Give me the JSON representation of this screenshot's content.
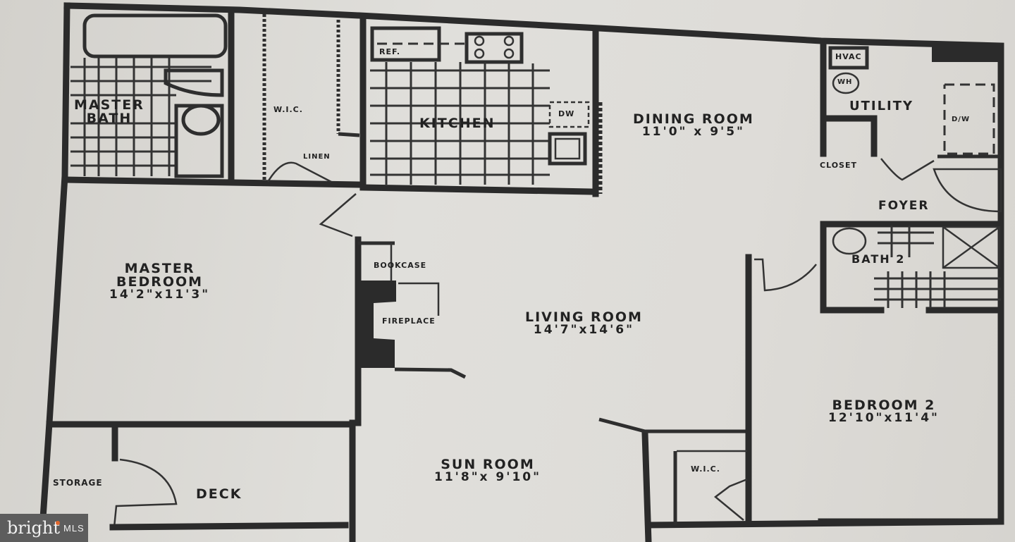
{
  "floorplan": {
    "rooms": {
      "master_bath": {
        "name": "MASTER BATH"
      },
      "master_bath_line1": "MASTER",
      "master_bath_line2": "BATH",
      "wic_master": {
        "name": "W.I.C."
      },
      "linen": {
        "name": "LINEN"
      },
      "kitchen": {
        "name": "KITCHEN",
        "ref": "REF.",
        "dw": "DW"
      },
      "dining_room": {
        "name": "DINING ROOM",
        "dims": "11'0\" x 9'5\""
      },
      "utility": {
        "name": "UTILITY",
        "hvac": "HVAC",
        "wh": "WH",
        "dw": "D/W"
      },
      "closet": {
        "name": "CLOSET"
      },
      "foyer": {
        "name": "FOYER"
      },
      "master_bedroom": {
        "name_line1": "MASTER",
        "name_line2": "BEDROOM",
        "dims": "14'2\"x11'3\""
      },
      "bookcase": {
        "name": "BOOKCASE"
      },
      "fireplace": {
        "name": "FIREPLACE"
      },
      "living_room": {
        "name": "LIVING ROOM",
        "dims": "14'7\"x14'6\""
      },
      "bath_2": {
        "name": "BATH 2"
      },
      "bedroom_2": {
        "name": "BEDROOM 2",
        "dims": "12'10\"x11'4\""
      },
      "storage": {
        "name": "STORAGE"
      },
      "deck": {
        "name": "DECK"
      },
      "sun_room": {
        "name": "SUN ROOM",
        "dims": "11'8\"x 9'10\""
      },
      "wic_bedroom2": {
        "name": "W.I.C."
      }
    }
  },
  "watermark": {
    "brand": "bright",
    "suffix": "MLS"
  }
}
